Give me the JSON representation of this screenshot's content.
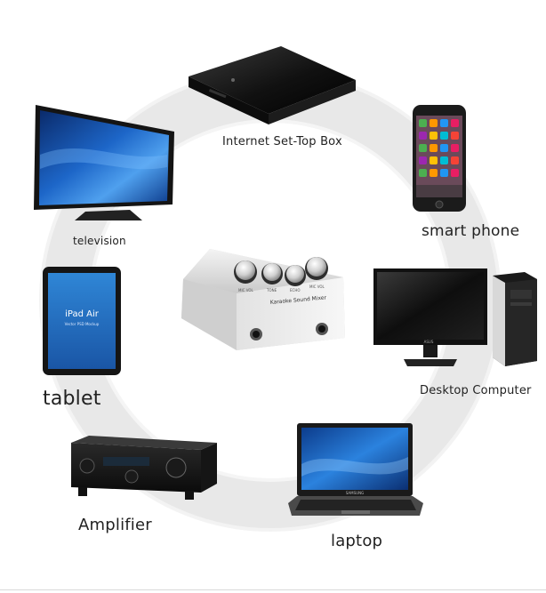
{
  "diagram": {
    "hub": {
      "icon": "karaoke-sound-box-icon",
      "knob_labels": [
        "MIC VOL",
        "TONE",
        "ECHO",
        "MIC VOL"
      ],
      "brand_text": "Karaoke Sound Mixer"
    },
    "devices": [
      {
        "id": "set-top-box",
        "label": "Internet Set-Top Box",
        "icon": "set-top-box-icon"
      },
      {
        "id": "smart-phone",
        "label": "smart phone",
        "icon": "smartphone-icon"
      },
      {
        "id": "desktop-computer",
        "label": "Desktop Computer",
        "icon": "desktop-computer-icon",
        "monitor_brand": "ASUS"
      },
      {
        "id": "laptop",
        "label": "laptop",
        "icon": "laptop-icon",
        "brand": "SAMSUNG"
      },
      {
        "id": "amplifier",
        "label": "Amplifier",
        "icon": "amplifier-icon"
      },
      {
        "id": "tablet",
        "label": "tablet",
        "icon": "tablet-icon",
        "screen_title": "iPad Air",
        "screen_subtitle": "Vector PSD Mockup"
      },
      {
        "id": "television",
        "label": "television",
        "icon": "television-icon"
      }
    ]
  },
  "colors": {
    "ring": "#e9e9e9",
    "label": "#222222",
    "screen_blue": "#1d5fb8"
  }
}
